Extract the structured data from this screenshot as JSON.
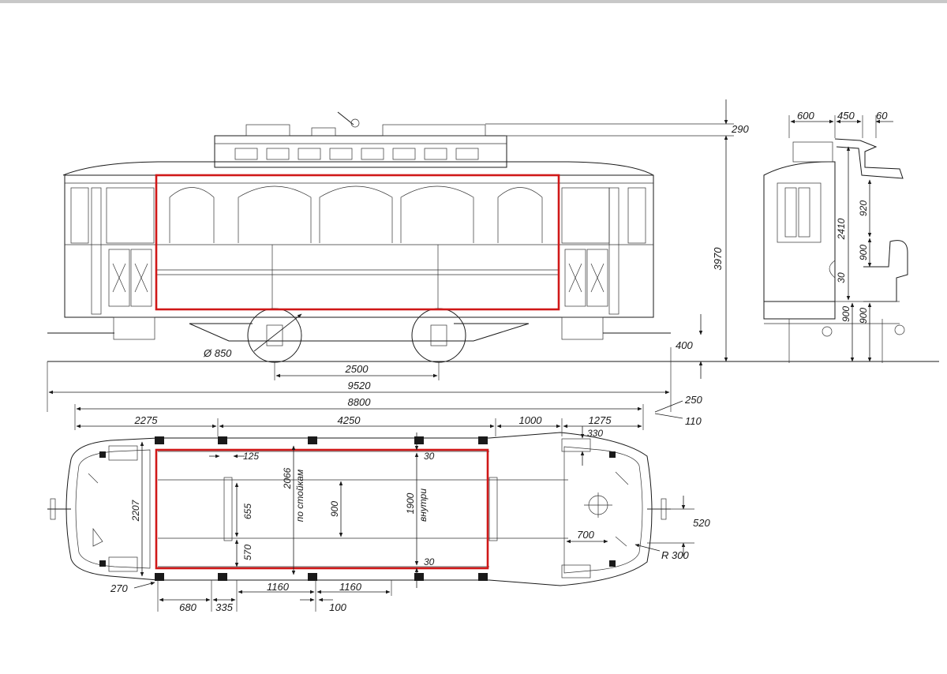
{
  "dimensions": {
    "roof_height": "290",
    "total_height": "3970",
    "step_height": "400",
    "wheel_diameter": "Ø 850",
    "wheelbase": "2500",
    "length_over_bumpers": "9520",
    "body_length": "8800",
    "end_view_width_1": "600",
    "end_view_width_2": "450",
    "end_view_width_3": "60",
    "end_window_height": "920",
    "end_interior_height": "2410",
    "end_seat_back": "900",
    "end_seat_gap": "30",
    "end_floor_height": "900",
    "end_floor_height_2": "900",
    "plan_platform_length": "2275",
    "plan_saloon_length": "4250",
    "plan_platform_length_2": "1000",
    "plan_end_length": "1275",
    "plan_offset_250": "250",
    "plan_offset_110": "110",
    "plan_offset_330": "330",
    "plan_width": "2207",
    "plan_post_125": "125",
    "plan_between_posts": "2066",
    "plan_between_posts_note": "по стойкам",
    "plan_aisle": "900",
    "plan_inner_width": "1900",
    "plan_inner_width_note": "внутри",
    "plan_gap_30_top": "30",
    "plan_gap_30_bottom": "30",
    "plan_seat_655": "655",
    "plan_seat_570": "570",
    "plan_door_270": "270",
    "plan_680": "680",
    "plan_335": "335",
    "plan_window_1160a": "1160",
    "plan_window_1160b": "1160",
    "plan_100": "100",
    "plan_700": "700",
    "plan_520": "520",
    "plan_radius": "R 300"
  },
  "colors": {
    "line": "#1a1a1a",
    "highlight": "#d01818",
    "paper": "#ffffff"
  }
}
